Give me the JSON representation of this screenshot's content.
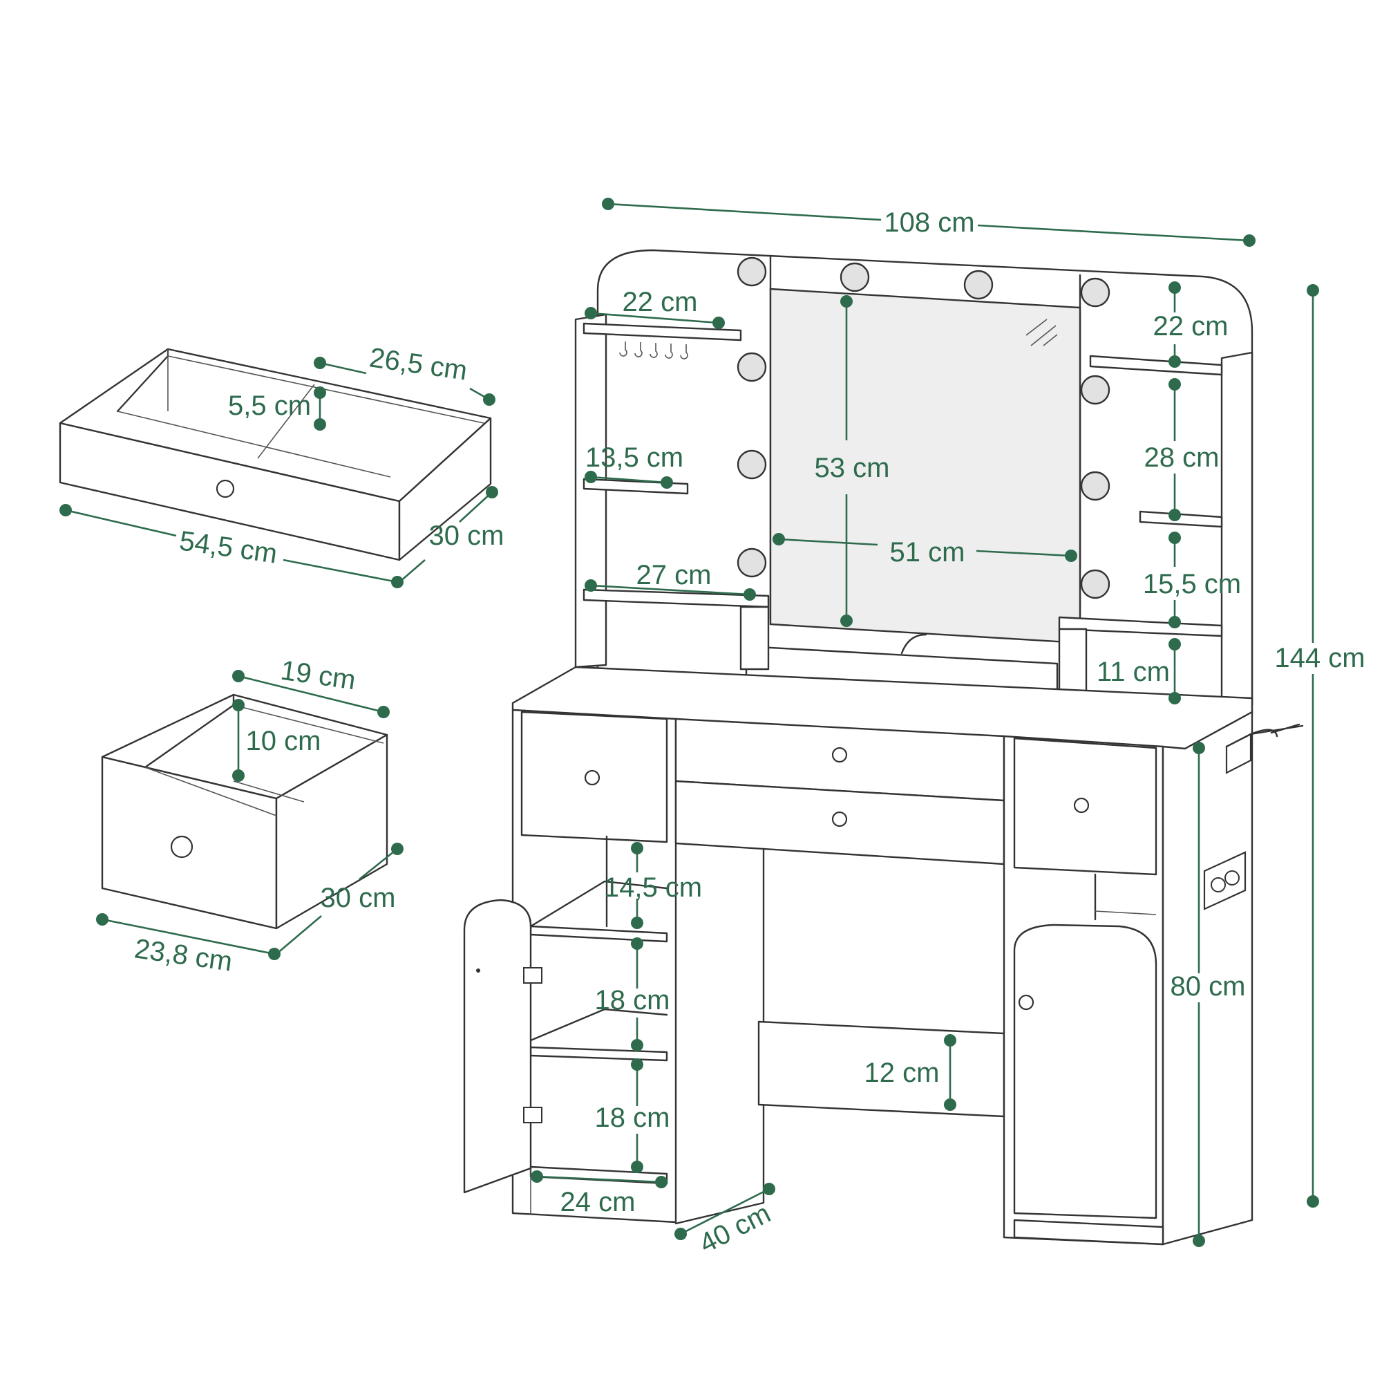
{
  "accent_color": "#2e6b4d",
  "dimensions": {
    "overall_width": "108 cm",
    "overall_height": "144 cm",
    "table_height": "80 cm",
    "table_depth": "40 cm",
    "mirror_height": "53 cm",
    "mirror_width": "51 cm",
    "left_top_shelf_width": "22 cm",
    "left_mid_shelf_width": "13,5 cm",
    "left_bottom_shelf_width": "27 cm",
    "right_top_shelf_height": "22 cm",
    "right_mid_gap": "28 cm",
    "right_lower_gap": "15,5 cm",
    "right_bottom_gap": "11 cm",
    "cabinet_shelf_1": "14,5 cm",
    "cabinet_shelf_2": "18 cm",
    "cabinet_shelf_3": "18 cm",
    "cabinet_inner_width": "24 cm",
    "footrest_height": "12 cm"
  },
  "large_drawer": {
    "width": "54,5 cm",
    "depth": "30 cm",
    "inner_width": "26,5 cm",
    "height": "5,5 cm"
  },
  "small_drawer": {
    "width": "23,8 cm",
    "depth": "30 cm",
    "inner_width": "19 cm",
    "height": "10 cm"
  }
}
